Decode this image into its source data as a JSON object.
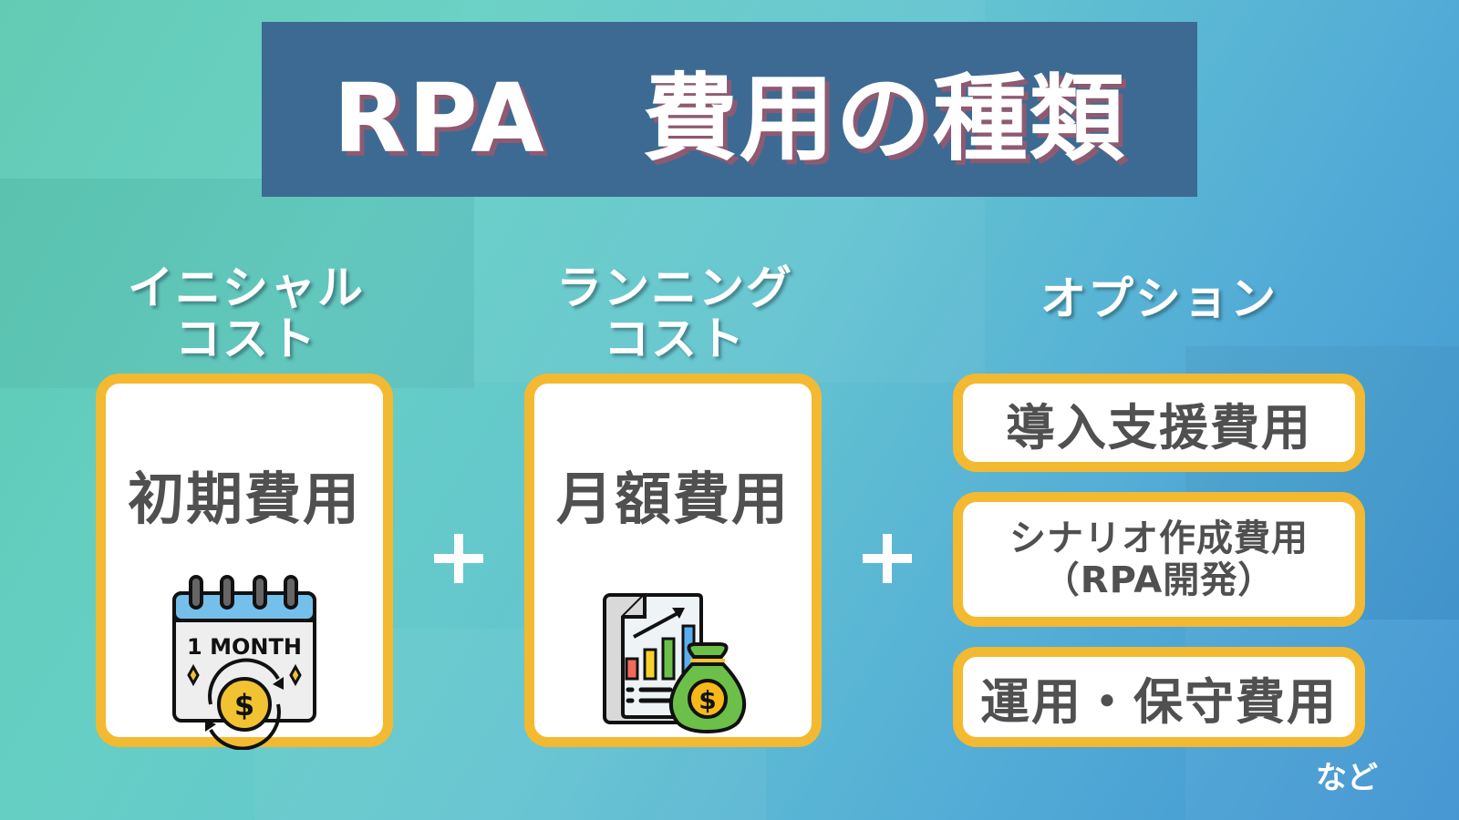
{
  "title": "RPA　費用の種類",
  "colors": {
    "title_bg": "#3d6a92",
    "title_shadow": "#8e5a72",
    "card_border": "#f3b930",
    "card_text": "#505050",
    "label_text": "#ffffff"
  },
  "columns": [
    {
      "label_line1": "イニシャル",
      "label_line2": "コスト",
      "card_title": "初期費用",
      "icon": "calendar-1-month-coin-icon",
      "icon_text": "1 MONTH"
    },
    {
      "label_line1": "ランニング",
      "label_line2": "コスト",
      "card_title": "月額費用",
      "icon": "report-chart-money-bag-icon"
    },
    {
      "label": "オプション",
      "items": [
        {
          "line1": "導入支援費用"
        },
        {
          "line1": "シナリオ作成費用",
          "line2": "（RPA開発）"
        },
        {
          "line1": "運用・保守費用"
        }
      ],
      "footnote": "など"
    }
  ],
  "operators": [
    "+",
    "+"
  ]
}
